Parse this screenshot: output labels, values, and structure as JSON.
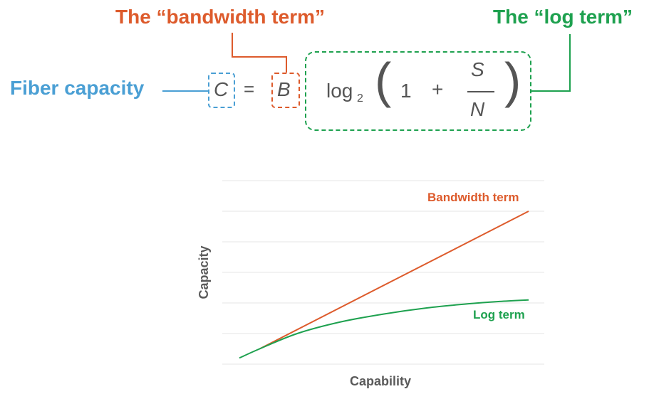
{
  "colors": {
    "blue": "#4a9fd4",
    "orange": "#dd5b2c",
    "green": "#1ea14f",
    "gray_text": "#555555",
    "grid": "#e4e4e4"
  },
  "equation": {
    "bandwidth_label": "The “bandwidth term”",
    "log_label": "The “log term”",
    "fiber_label": "Fiber capacity",
    "c": "C",
    "equals": "=",
    "b": "B",
    "log": "log",
    "log_base": "2",
    "open_paren": "(",
    "one": "1",
    "plus": "+",
    "s": "S",
    "n": "N",
    "close_paren": ")"
  },
  "chart_data": {
    "type": "line",
    "xlabel": "Capability",
    "ylabel": "Capacity",
    "grid": true,
    "gridlines": 7,
    "xlim": [
      0,
      1
    ],
    "ylim": [
      0,
      6
    ],
    "series": [
      {
        "name": "Bandwidth term",
        "color": "#dd5b2c",
        "points": [
          [
            0.07,
            0.5
          ],
          [
            1.0,
            5.0
          ]
        ]
      },
      {
        "name": "Log term",
        "color": "#1ea14f",
        "points": [
          [
            0,
            0.2
          ],
          [
            0.07,
            0.5
          ],
          [
            0.2,
            1.0
          ],
          [
            0.35,
            1.38
          ],
          [
            0.5,
            1.64
          ],
          [
            0.65,
            1.84
          ],
          [
            0.8,
            1.98
          ],
          [
            0.9,
            2.05
          ],
          [
            1.0,
            2.1
          ]
        ]
      }
    ]
  }
}
